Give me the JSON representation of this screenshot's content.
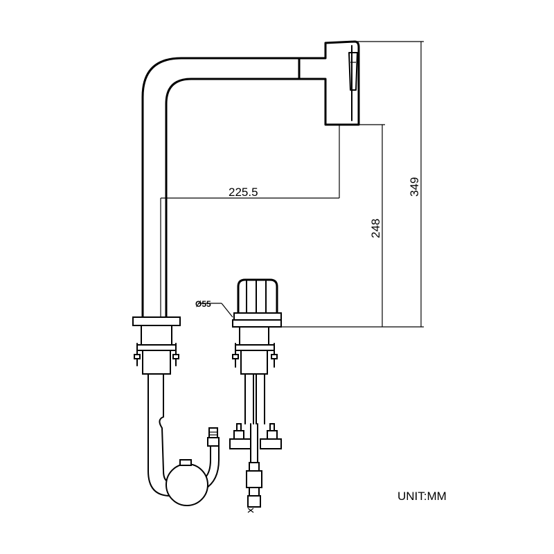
{
  "dimensions": {
    "reach": "225.5",
    "spout_height": "248",
    "total_height": "349",
    "base_diameter": "Ø55"
  },
  "unit_label": "UNIT:MM"
}
